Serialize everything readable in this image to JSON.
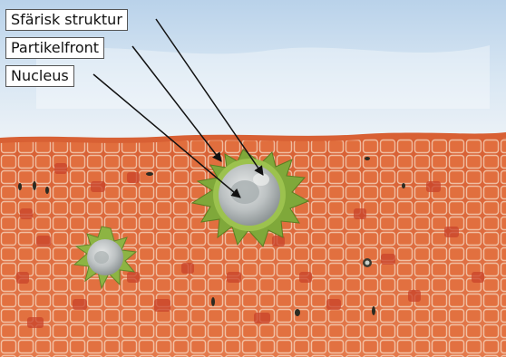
{
  "labels": {
    "spherical_structure": "Sfärisk struktur",
    "particle_front": "Partikelfront",
    "nucleus": "Nucleus"
  },
  "colors": {
    "sky": "#c9dcee",
    "tissue": "#e06a3c",
    "cell_border": "#f3c9b0",
    "sphere": "#bfc3c4",
    "particle_front": "#7fa83a"
  }
}
